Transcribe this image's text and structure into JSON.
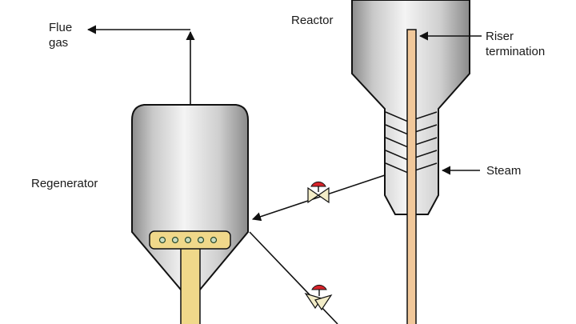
{
  "labels": {
    "flue_gas_line1": "Flue",
    "flue_gas_line2": "gas",
    "reactor": "Reactor",
    "riser_line1": "Riser",
    "riser_line2": "termination",
    "regenerator": "Regenerator",
    "steam": "Steam"
  },
  "colors": {
    "vessel_light": "#f2f2f2",
    "vessel_dark": "#8a8a8a",
    "riser_pipe": "#f1c89a",
    "grid_yellow": "#f0d88a",
    "valve_red": "#d8232a",
    "valve_body": "#f3edc8",
    "line": "#111111"
  }
}
